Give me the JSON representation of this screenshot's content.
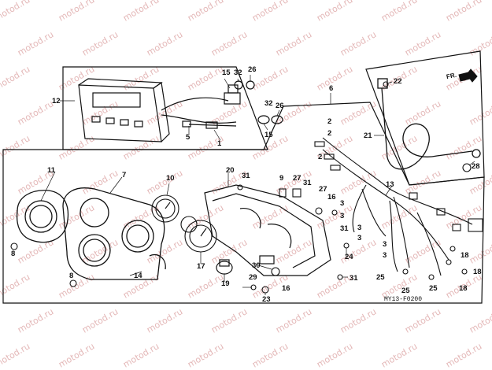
{
  "watermark": "motod.ru",
  "direction_label": "FR.",
  "diagram_code": "MY13-F0200",
  "callouts": [
    "1",
    "2",
    "3",
    "5",
    "6",
    "7",
    "8",
    "9",
    "10",
    "11",
    "12",
    "13",
    "14",
    "15",
    "16",
    "17",
    "18",
    "19",
    "20",
    "21",
    "22",
    "23",
    "24",
    "25",
    "26",
    "27",
    "28",
    "29",
    "30",
    "31",
    "32"
  ]
}
